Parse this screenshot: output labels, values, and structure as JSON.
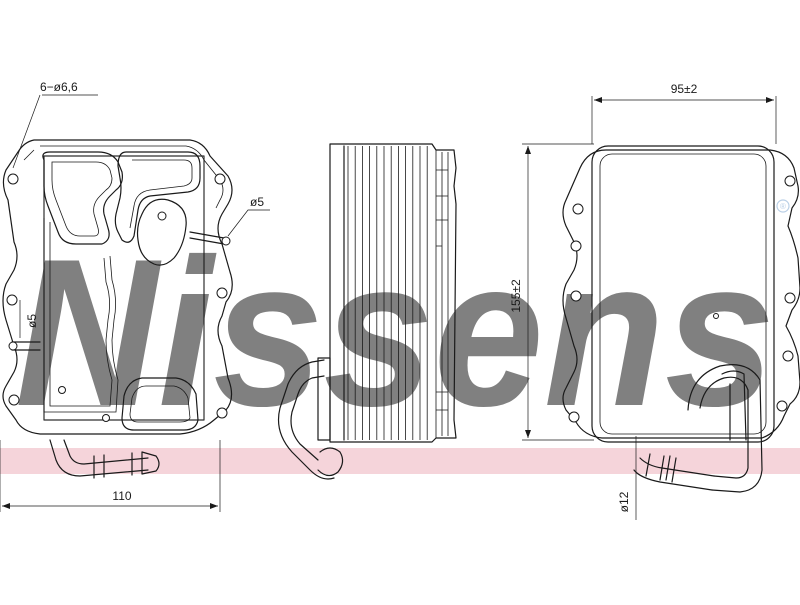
{
  "watermark": {
    "text": "Nissens",
    "color": "#b9cfe6",
    "band_color": "#f2c6cd"
  },
  "dimensions": {
    "mounting_holes": "6−ø6,6",
    "small_port_top": "ø5",
    "small_port_left": "ø5",
    "width_front": "110",
    "width_back": "95±2",
    "height": "155±2",
    "pipe_diameter": "ø12"
  },
  "colors": {
    "line": "#1a1a1a",
    "background": "#ffffff"
  }
}
